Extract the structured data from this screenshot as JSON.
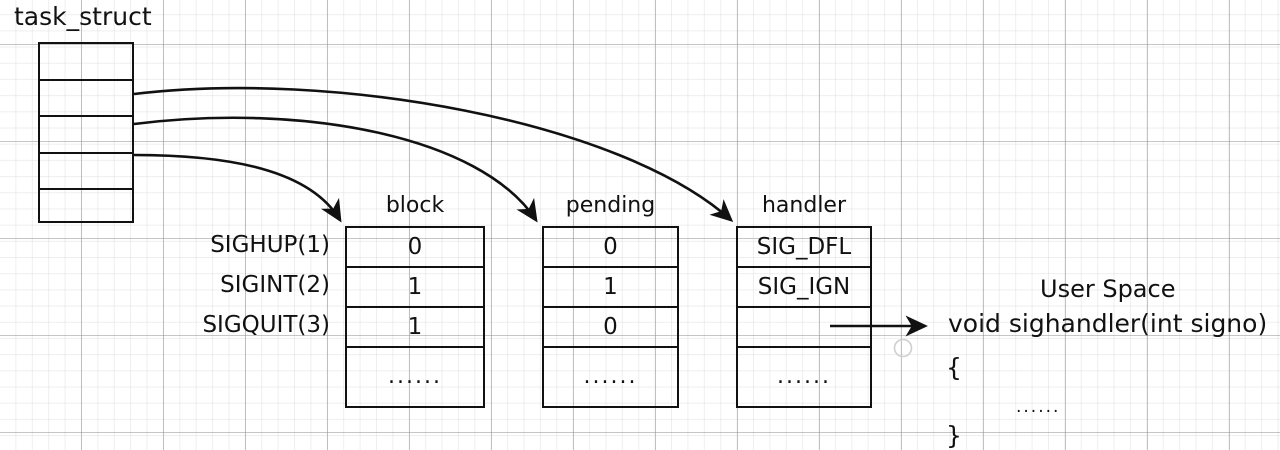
{
  "diagram": {
    "title": "task_struct",
    "struct_rows": 5,
    "signal_labels": [
      "SIGHUP(1)",
      "SIGINT(2)",
      "SIGQUIT(3)"
    ],
    "columns": [
      {
        "header": "block",
        "cells": [
          "0",
          "1",
          "1",
          "......"
        ]
      },
      {
        "header": "pending",
        "cells": [
          "0",
          "1",
          "0",
          "......"
        ]
      },
      {
        "header": "handler",
        "cells": [
          "SIG_DFL",
          "SIG_IGN",
          "",
          "......"
        ]
      }
    ],
    "user_space": {
      "title": "User Space",
      "signature": "void sighandler(int signo)",
      "open_brace": "{",
      "body": "......",
      "close_brace": "}"
    },
    "colors": {
      "ink": "#111111",
      "grid_major": "#969696",
      "grid_minor": "#c8c8c8",
      "background": "#ffffff",
      "artifact": "#cccccc"
    }
  }
}
